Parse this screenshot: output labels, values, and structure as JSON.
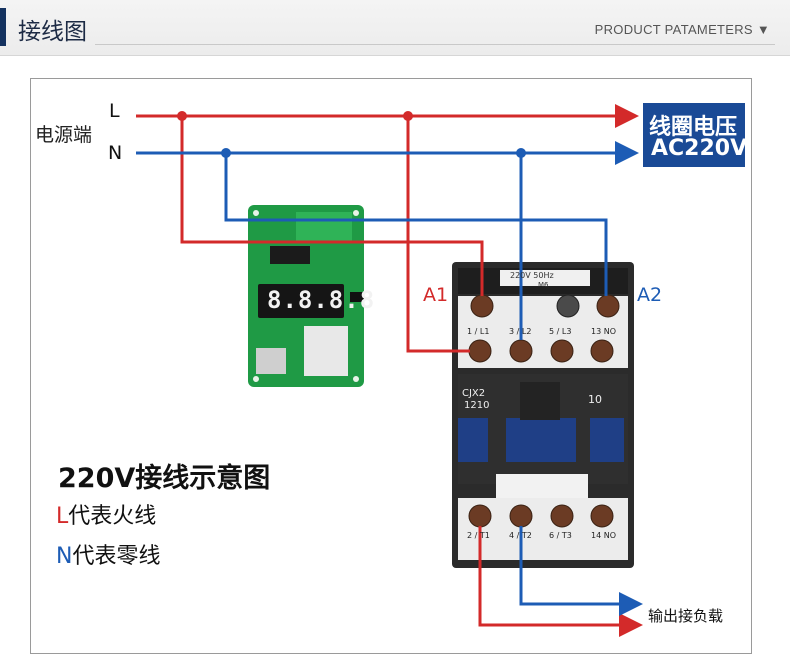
{
  "header": {
    "title": "接线图",
    "subtitle": "PRODUCT PATAMETERS ▼"
  },
  "labels": {
    "power_source": "电源端",
    "line_l": "L",
    "line_n": "N",
    "coil_voltage_line1": "线圈电压",
    "coil_voltage_line2": "AC220V",
    "terminal_a1": "A1",
    "terminal_a2": "A2",
    "output_load": "输出接负载"
  },
  "contactor": {
    "top_label": "220V 50Hz",
    "top_sub": "M6",
    "top_terminals": [
      "1 / L1",
      "3 / L2",
      "5 / L3",
      "13 NO"
    ],
    "model": "CJX2",
    "model_code": "1210",
    "rating": "10",
    "bottom_terminals": [
      "2 / T1",
      "4 / T2",
      "6 / T3",
      "14 NO"
    ]
  },
  "module": {
    "display": "8.8.8.8"
  },
  "legend": {
    "title": "220V接线示意图",
    "l_letter": "L",
    "l_text": "代表火线",
    "n_letter": "N",
    "n_text": "代表零线"
  },
  "colors": {
    "live": "#d32a2a",
    "neutral": "#1d5cb5",
    "badge": "#1a4a96",
    "pcb": "#1f9a45",
    "contactor_body": "#2a2a2a"
  }
}
